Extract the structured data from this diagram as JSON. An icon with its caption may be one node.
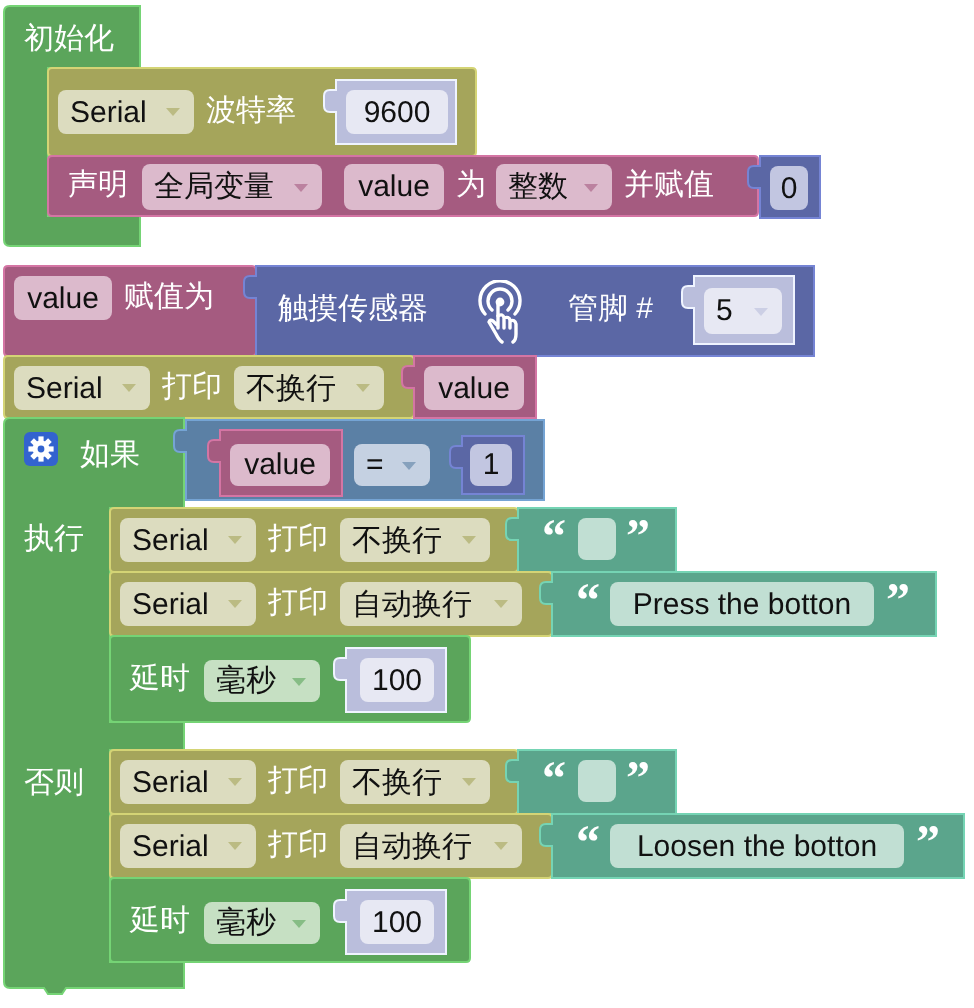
{
  "diagram": {
    "nodes": [
      {
        "text": [
          "初始化"
        ]
      },
      {
        "text": [
          "Serial",
          "波特率"
        ]
      },
      {
        "text": [
          "9600"
        ],
        "in": 1
      },
      {
        "text": [
          "声明",
          "全局变量",
          "value",
          "为",
          "整数",
          "并赋值"
        ]
      },
      {
        "text": [
          "0"
        ]
      },
      {
        "text": [
          "value",
          "赋值为"
        ]
      },
      {
        "text": [
          "触摸传感器",
          "管脚 #"
        ]
      },
      {
        "text": [
          "5"
        ],
        "in": 6
      },
      {
        "text": [
          "Serial",
          "打印",
          "不换行"
        ]
      },
      {
        "text": [
          "value"
        ]
      },
      {
        "text": [
          "如果",
          "执行",
          "否则"
        ]
      },
      {
        "text": [
          "="
        ]
      },
      {
        "text": [
          "value"
        ],
        "in": 11
      },
      {
        "text": [
          "1"
        ],
        "in": 11
      },
      {
        "text": [
          "Serial",
          "打印",
          "不换行"
        ]
      },
      {
        "text": [
          "“",
          "”"
        ]
      },
      {
        "text": [
          "Serial",
          "打印",
          "自动换行"
        ]
      },
      {
        "text": [
          "“",
          "Press the botton",
          "”"
        ]
      },
      {
        "text": [
          "延时",
          "毫秒"
        ]
      },
      {
        "text": [
          "100"
        ],
        "in": 18
      },
      {
        "text": [
          "Serial",
          "打印",
          "不换行"
        ]
      },
      {
        "text": [
          "“",
          "”"
        ]
      },
      {
        "text": [
          "Serial",
          "打印",
          "自动换行"
        ]
      },
      {
        "text": [
          "“",
          "Loosen the botton",
          "”"
        ]
      },
      {
        "text": [
          "延时",
          "毫秒"
        ]
      },
      {
        "text": [
          "100"
        ],
        "in": 24
      }
    ]
  }
}
